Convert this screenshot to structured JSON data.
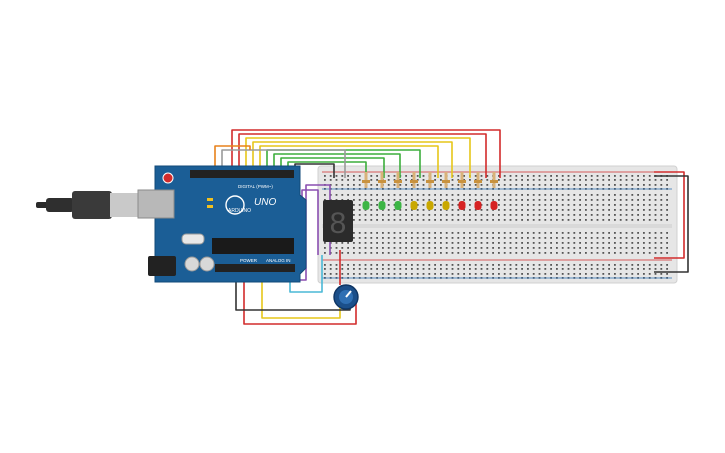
{
  "arduino": {
    "brand": "ARDUINO",
    "model": "UNO",
    "digital_label": "DIGITAL (PWM~)",
    "power_label": "POWER",
    "analog_label": "ANALOG IN"
  },
  "display": {
    "digit": "8"
  },
  "led_colors": [
    "#3cb544",
    "#3cb544",
    "#3cb544",
    "#c9a800",
    "#c9a800",
    "#c9a800",
    "#d62222",
    "#d62222",
    "#d62222"
  ],
  "wire_colors": {
    "red": "#d22b2b",
    "orange": "#e8821c",
    "yellow": "#e6c619",
    "green": "#3cae3c",
    "purple": "#8a4fb0",
    "cyan": "#4ab8d6",
    "black": "#333333",
    "gray": "#9a9a9a"
  },
  "colors": {
    "board": "#1b5e96",
    "breadboard": "#e8e8e8",
    "rail_red": "#d22b2b",
    "rail_blue": "#2b6fb3"
  }
}
